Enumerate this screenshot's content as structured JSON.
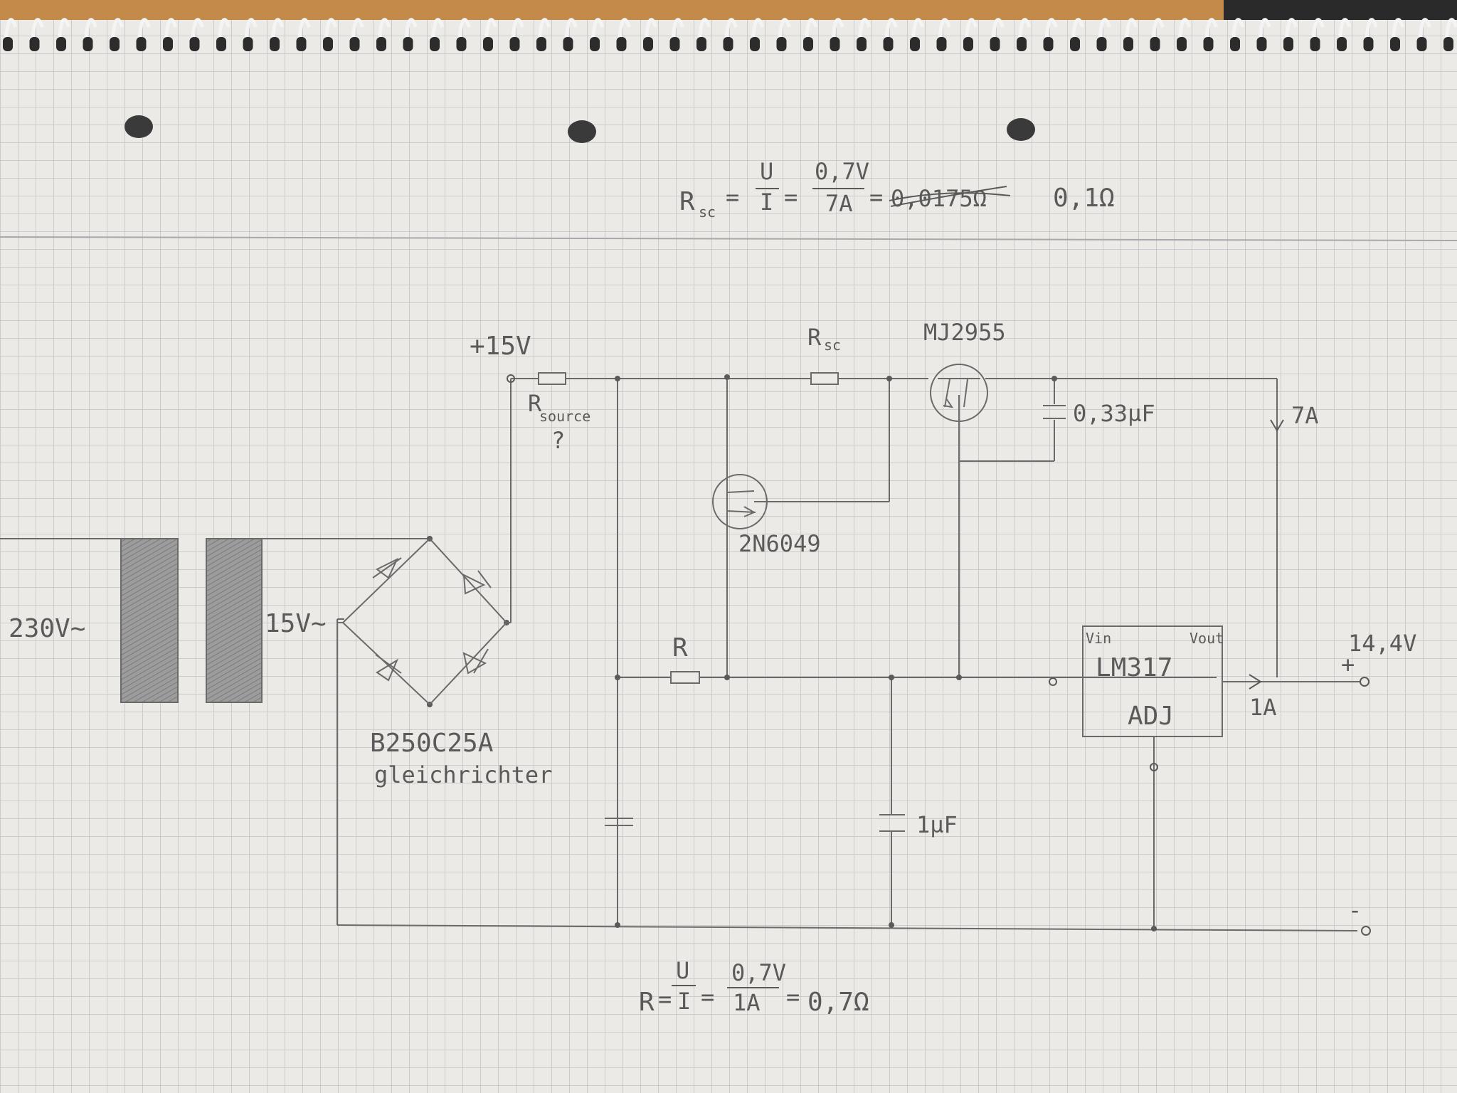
{
  "formula_top": {
    "lhs": "R",
    "lhs_sub": "sc",
    "eq1": "=",
    "frac1_num": "U",
    "frac1_den": "I",
    "eq2": "=",
    "frac2_num": "0,7V",
    "frac2_den": "7A",
    "eq3": "=",
    "struck_value": "0,0175Ω",
    "result": "0,1Ω"
  },
  "formula_bottom": {
    "lhs": "R",
    "eq1": "=",
    "frac1_num": "U",
    "frac1_den": "I",
    "eq2": "=",
    "frac2_num": "0,7V",
    "frac2_den": "1A",
    "eq3": "=",
    "result": "0,7Ω"
  },
  "labels": {
    "input_voltage": "230V~",
    "secondary_voltage": "15V~",
    "rail_voltage": "+15V",
    "r_source": "R",
    "r_source_sub": "source",
    "r_source_value": "?",
    "rsc": "R",
    "rsc_sub": "sc",
    "pass_transistor": "MJ2955",
    "sense_transistor": "2N6049",
    "rectifier_part": "B250C25A",
    "rectifier_name": "gleichrichter",
    "resistor_r": "R",
    "cap_bypass": "0,33µF",
    "cap_output": "1µF",
    "current_total": "7A",
    "current_reg": "1A",
    "regulator": "LM317",
    "reg_vin": "Vin",
    "reg_vout": "Vout",
    "reg_adj": "ADJ",
    "output_voltage": "14,4V",
    "plus": "+",
    "minus": "-"
  },
  "colors": {
    "paper": "#eceae6",
    "grid": "#b9b9bd",
    "pencil": "#6a6a6a",
    "ink": "#4a4a4a",
    "desk": "#c48a4a"
  }
}
